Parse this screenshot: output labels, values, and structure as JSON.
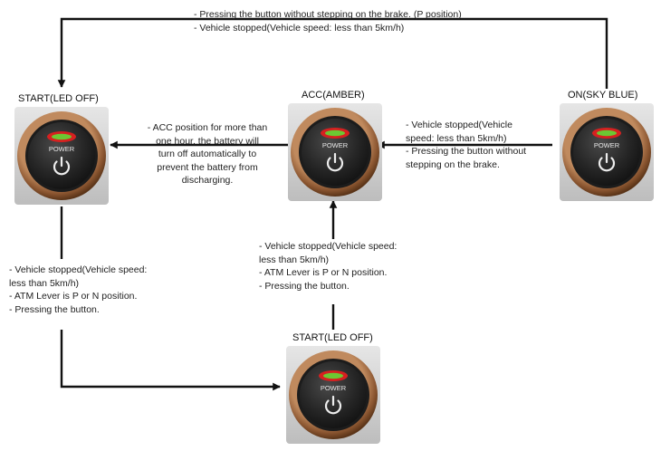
{
  "states": {
    "start_top": {
      "title": "START(LED OFF)"
    },
    "acc": {
      "title": "ACC(AMBER)"
    },
    "on": {
      "title": "ON(SKY BLUE)"
    },
    "start_bottom": {
      "title": "START(LED OFF)"
    }
  },
  "button": {
    "label": "POWER",
    "led_color": "#6cc832",
    "led_rim_color": "#d62020"
  },
  "transitions": {
    "on_to_start_top": [
      "- Pressing the button without stepping on the brake. (P position)",
      "- Vehicle stopped(Vehicle speed: less than 5km/h)"
    ],
    "on_to_acc": [
      "- Vehicle stopped(Vehicle",
      "speed: less than 5km/h)",
      "- Pressing the button without",
      "stepping on the brake."
    ],
    "acc_to_start": [
      "- ACC position for more than",
      "one hour, the battery will",
      "turn off automatically to",
      "prevent the battery from",
      "discharging."
    ],
    "start_to_start_bottom": [
      "- Vehicle stopped(Vehicle speed:",
      "less than 5km/h)",
      "- ATM Lever is P or N position.",
      "- Pressing the button."
    ],
    "start_bottom_to_acc": [
      "- Vehicle stopped(Vehicle speed:",
      "less than 5km/h)",
      "- ATM Lever is P or N position.",
      "- Pressing the button."
    ]
  }
}
